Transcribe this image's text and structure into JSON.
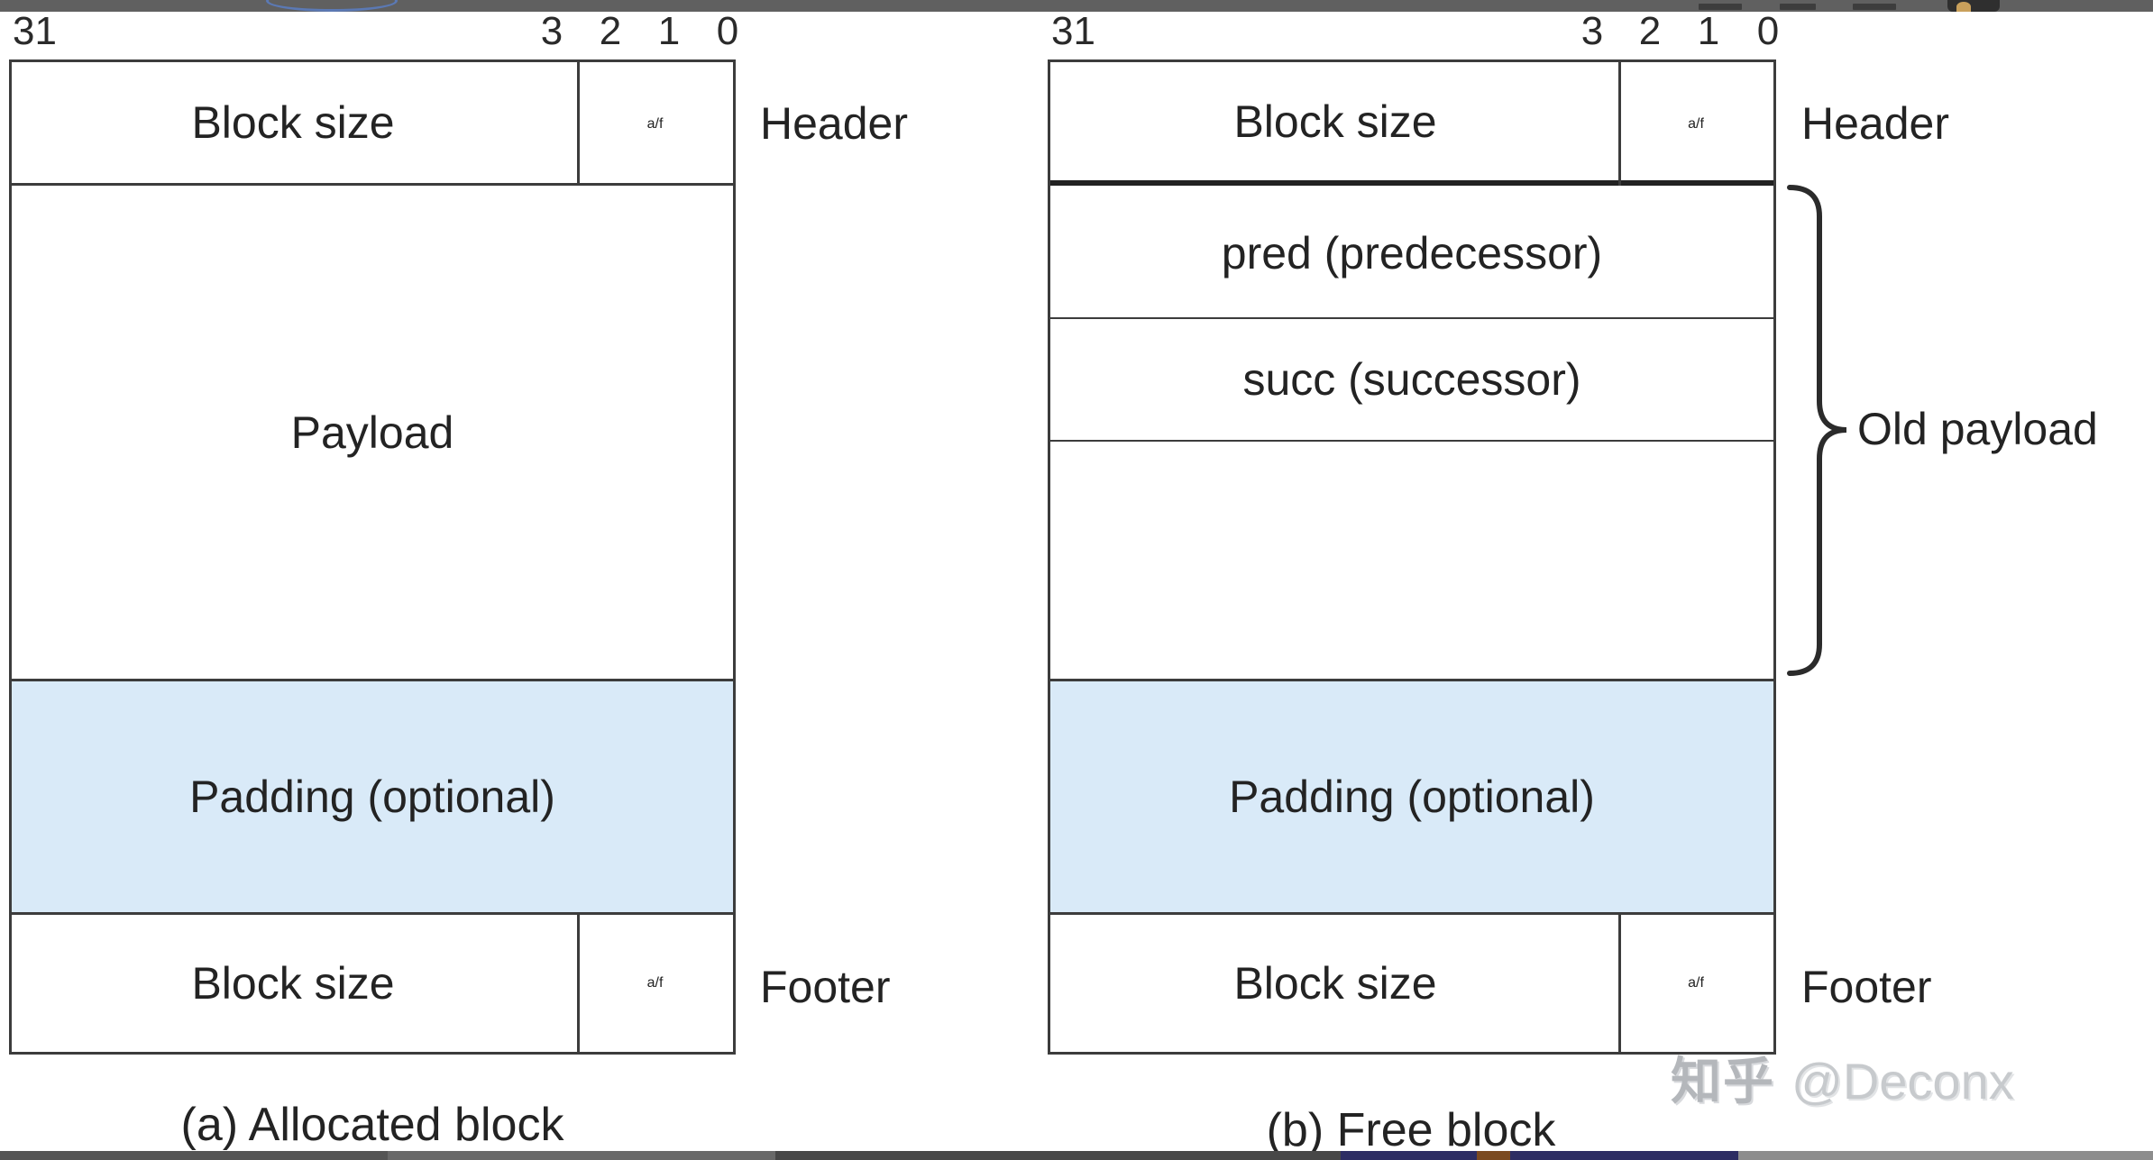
{
  "bit_labels": [
    "31",
    "3",
    "2",
    "1",
    "0"
  ],
  "diagrams": {
    "left": {
      "header": {
        "size_label": "Block size",
        "flag_label": "a/f"
      },
      "payload_label": "Payload",
      "padding_label": "Padding (optional)",
      "footer": {
        "size_label": "Block size",
        "flag_label": "a/f"
      },
      "side_labels": {
        "header": "Header",
        "footer": "Footer"
      },
      "caption": "(a) Allocated block"
    },
    "right": {
      "header": {
        "size_label": "Block size",
        "flag_label": "a/f"
      },
      "pred_label": "pred (predecessor)",
      "succ_label": "succ (successor)",
      "padding_label": "Padding (optional)",
      "footer": {
        "size_label": "Block size",
        "flag_label": "a/f"
      },
      "side_labels": {
        "header": "Header",
        "footer": "Footer"
      },
      "brace_label": "Old payload",
      "caption": "(b) Free block"
    }
  },
  "watermark": {
    "brand": "知乎",
    "handle": "@Deconx"
  },
  "colors": {
    "padding_fill": "#d9eaf8",
    "line": "#3c3c3c",
    "text": "#232323",
    "top_bar": "#606060",
    "bottom_bar_navy": "#2d2d63",
    "bottom_bar_brown": "#7b4a21",
    "logo_blue": "#5b79b4",
    "watermark_gray": "#b4b7bb"
  }
}
